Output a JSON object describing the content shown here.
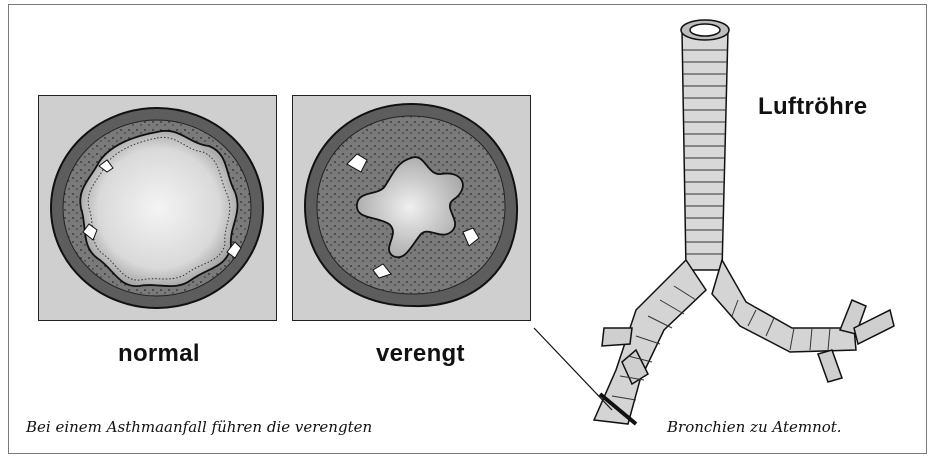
{
  "labels": {
    "normal": "normal",
    "narrowed": "verengt",
    "trachea": "Luftröhre"
  },
  "caption": {
    "left": "Bei einem Asthmaanfall führen die verengten",
    "right": "Bronchien zu Atemnot."
  },
  "colors": {
    "panel_bg": "#cfcfcf",
    "wall": "#6e6e6e",
    "lumen": "#ececec",
    "outline": "#1a1a1a"
  }
}
